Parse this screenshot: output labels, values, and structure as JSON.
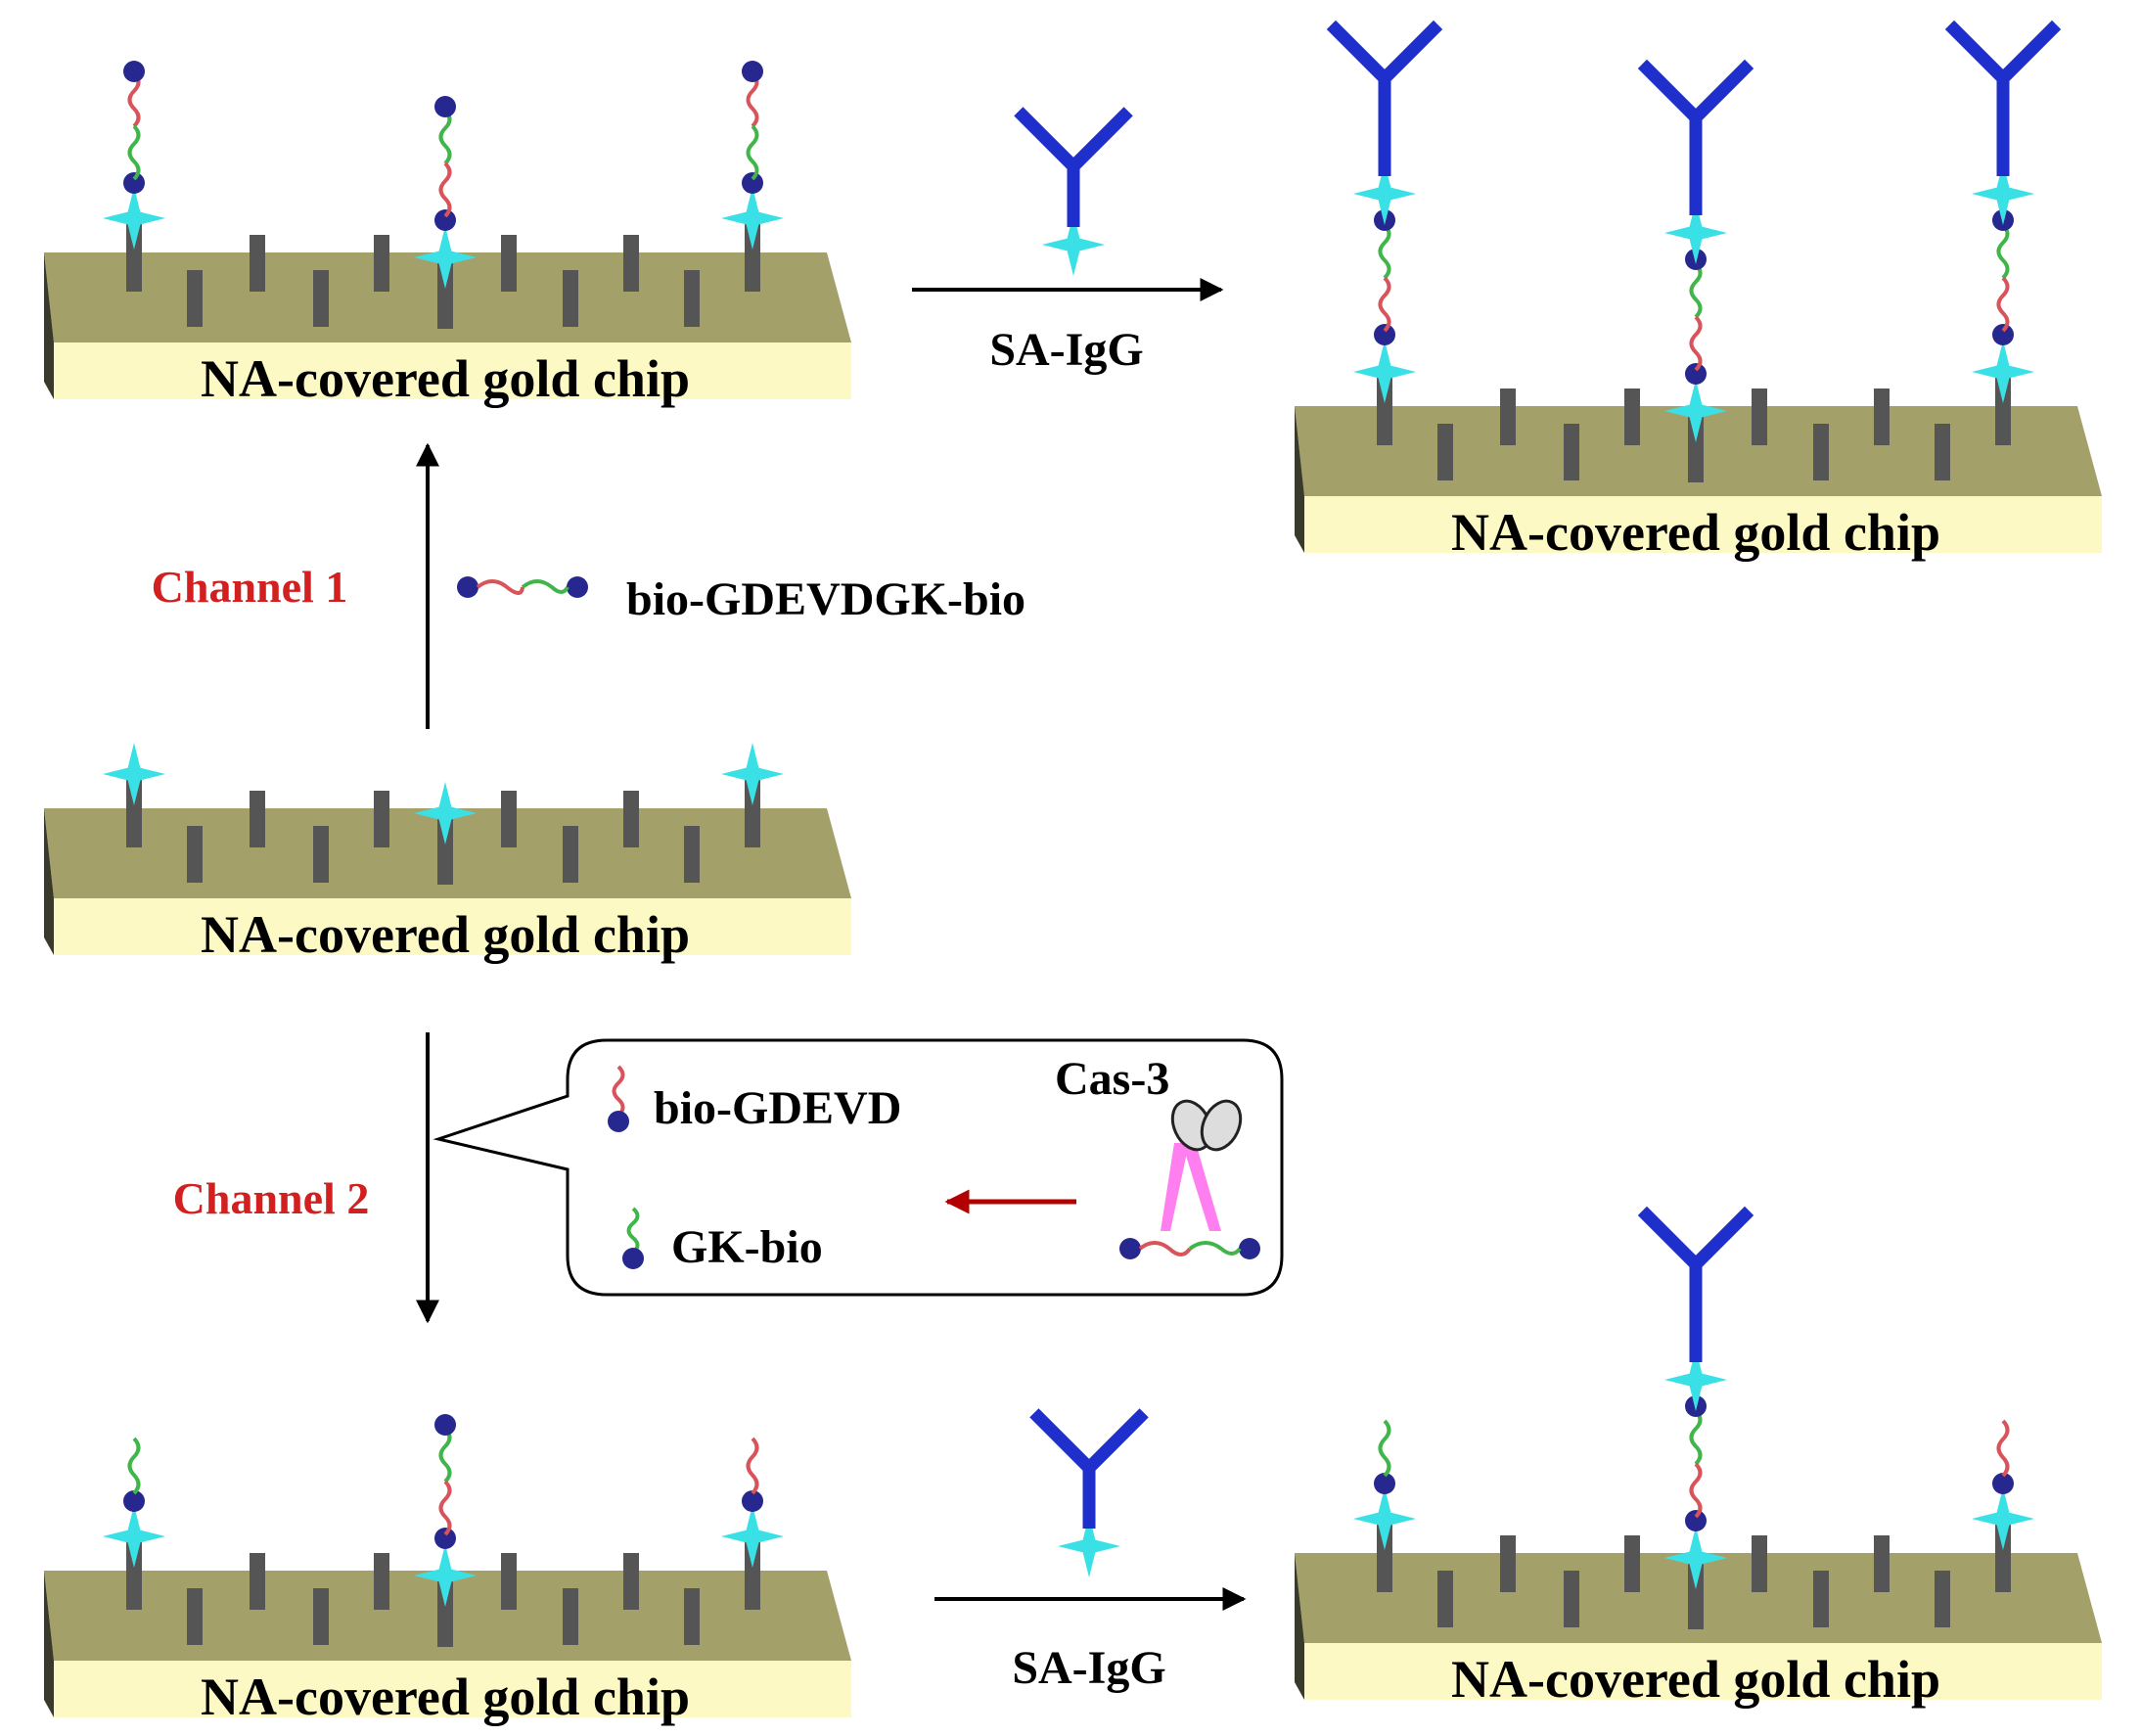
{
  "colors": {
    "chip_top": "#a3a06a",
    "chip_front": "#fdf9c4",
    "chip_side": "#3a3a2a",
    "rod": "#555555",
    "neutravidin": "#39e1e7",
    "biotin": "#27288f",
    "peptide_red": "#d9535a",
    "peptide_green": "#3fb54a",
    "igg": "#1e2fcc",
    "channel": "#d21f1f",
    "cas3_body": "#ff7ff0",
    "arrow_red": "#b30000"
  },
  "chips": {
    "top_left": "NA-covered gold chip",
    "top_right": "NA-covered gold chip",
    "middle": "NA-covered gold chip",
    "bottom_left": "NA-covered gold chip",
    "bottom_right": "NA-covered gold chip"
  },
  "steps": {
    "top_reagent": "SA-IgG",
    "bottom_reagent": "SA-IgG",
    "peptide": "bio-GDEVDGK-bio"
  },
  "channels": {
    "channel1": "Channel 1",
    "channel2": "Channel 2"
  },
  "callout": {
    "fragment1": "bio-GDEVD",
    "fragment2": "GK-bio",
    "enzyme": "Cas-3"
  },
  "icons": {
    "antibody": "antibody-icon",
    "neutravidin": "neutravidin-star-icon",
    "biotin": "biotin-dot-icon",
    "enzyme": "caspase-3-icon"
  }
}
